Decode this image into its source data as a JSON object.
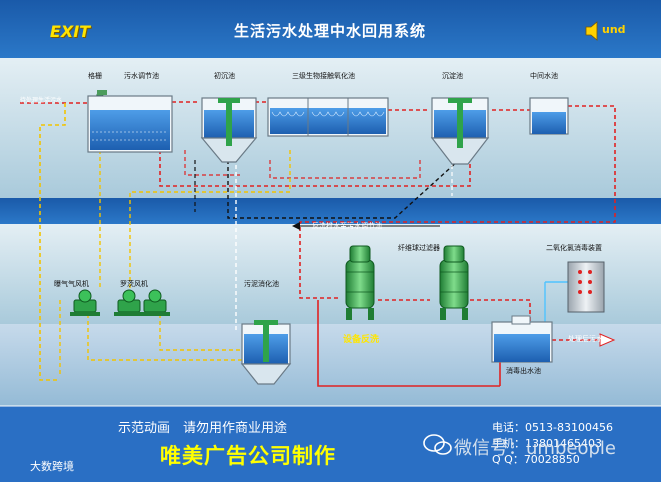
{
  "header": {
    "exit_label": "EXIT",
    "title": "生活污水处理中水回用系统",
    "sound_label": "und"
  },
  "labels": {
    "grid": "格栅",
    "regulating_tank": "污水调节池",
    "primary_settling": "初沉池",
    "contact_oxidation": "三级生物接触氧化池",
    "settling_tank": "沉淀池",
    "intermediate_tank": "中间水池",
    "inlet": "待处理生活污水",
    "backflow_note": "反洗排水至污水调节池",
    "fiber_filter": "纤维球过滤器",
    "chlorine_dioxide": "二氧化氯消毒装置",
    "aeration_blower": "曝气气风机",
    "roots_blower": "罗茨风机",
    "sludge_digest": "污泥消化池",
    "backwash": "设备反洗",
    "outlet": "处理后污水",
    "disinfect_tank": "消毒出水池"
  },
  "footer": {
    "demo_note": "示范动画　请勿用作商业用途",
    "company": "唯美广告公司制作",
    "phone": "电话：0513-83100456",
    "mobile": "手机：13801465403",
    "qq": "Q Q：70028850",
    "watermark": "微信号：umbeople",
    "source": "大数跨境"
  },
  "colors": {
    "sky": "#1f63b6",
    "ground": "#b9d6e3",
    "ground_band": "#1f63b6",
    "water_line": "#e02222",
    "air_line": "#f2c300",
    "sludge_line": "#111111",
    "tank_water": "#2f7fd0",
    "equipment_green": "#2fa34a",
    "title_text": "#ffffff",
    "company_text": "#ffff00"
  }
}
